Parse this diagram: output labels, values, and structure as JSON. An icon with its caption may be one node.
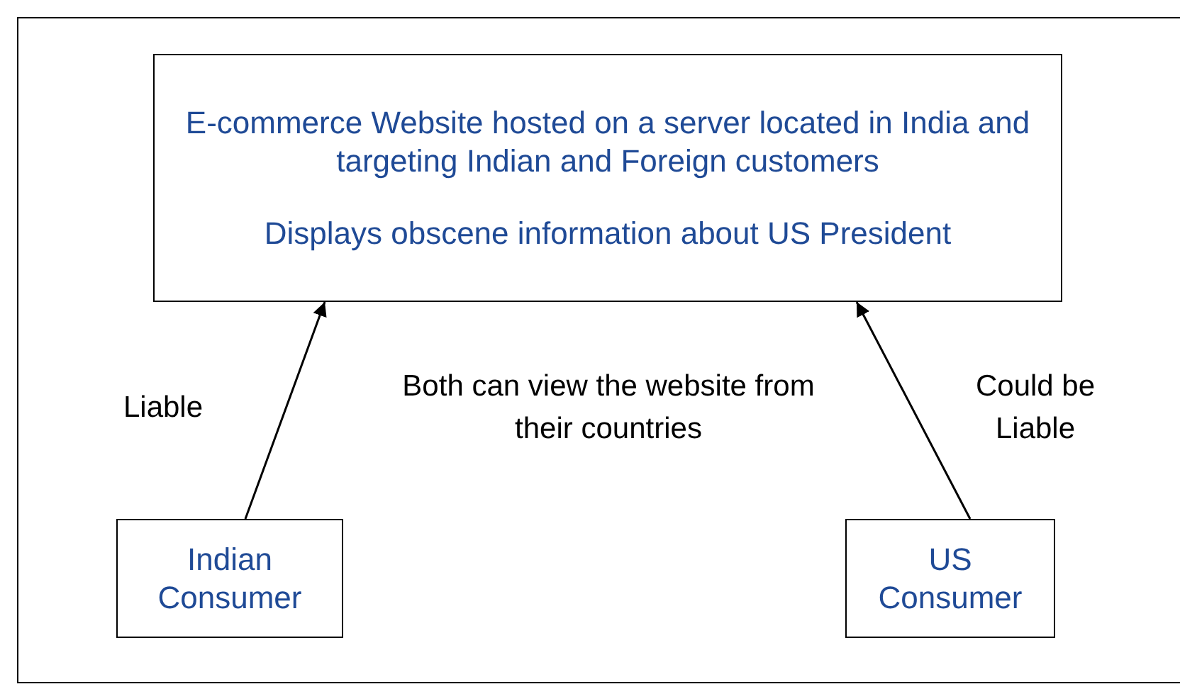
{
  "diagram": {
    "nodes": [
      {
        "text": [
          "E-commerce Website hosted on a server located in India and targeting Indian and Foreign customers",
          "Displays obscene information about US President"
        ]
      },
      {
        "text": [
          "Indian Consumer"
        ]
      },
      {
        "text": [
          "US Consumer"
        ]
      }
    ],
    "edges": [
      {
        "from": 1,
        "to": 0,
        "arrow": "to",
        "label": "Liable"
      },
      {
        "from": 2,
        "to": 0,
        "arrow": "to",
        "label": "Could be Liable"
      }
    ],
    "labels": [
      "Both can view the website from their countries"
    ]
  }
}
